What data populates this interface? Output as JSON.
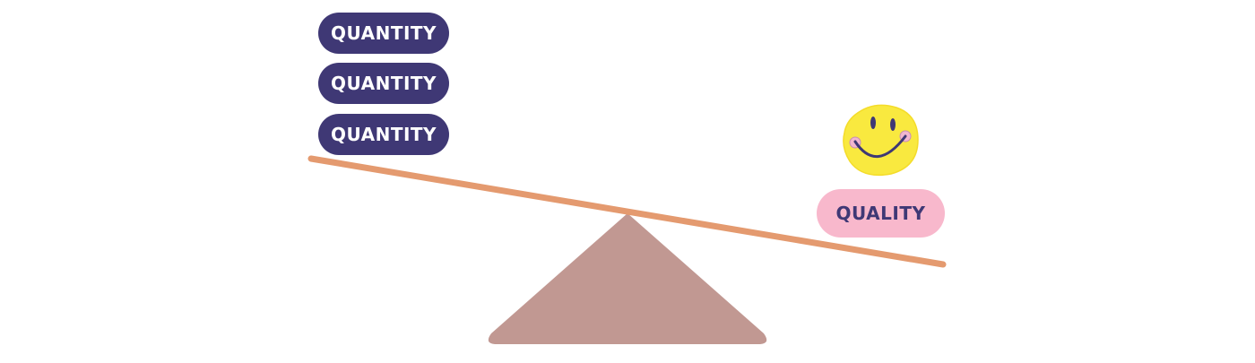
{
  "left_pan": {
    "items": [
      {
        "label": "QUANTITY"
      },
      {
        "label": "QUANTITY"
      },
      {
        "label": "QUANTITY"
      }
    ]
  },
  "right_pan": {
    "label": "QUALITY",
    "icon": "smiley-face-icon"
  },
  "colors": {
    "quantity_pill": "#3f3875",
    "quality_pill": "#f8b8cc",
    "quality_text": "#3f3875",
    "beam": "#e49a6f",
    "fulcrum": "#c19892",
    "smiley": "#f9e93f"
  }
}
